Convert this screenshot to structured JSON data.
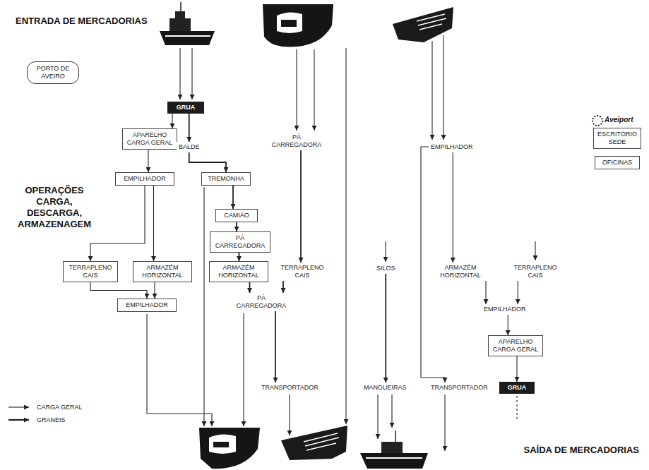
{
  "diagram": {
    "nodes": [
      {
        "text": [
          "PORTO DE AVEIRO"
        ]
      },
      {
        "text": [
          "GRUA"
        ]
      },
      {
        "text": [
          "APARELHO CARGA GERAL"
        ]
      },
      {
        "text": [
          "BALDE"
        ]
      },
      {
        "text": [
          "PÁ CARREGADORA"
        ]
      },
      {
        "text": [
          "EMPILHADOR"
        ]
      },
      {
        "text": [
          "ESCRITÓRIO SEDE"
        ]
      },
      {
        "text": [
          "OFICINAS"
        ]
      },
      {
        "text": [
          "EMPILHADOR"
        ]
      },
      {
        "text": [
          "TREMONHA"
        ]
      },
      {
        "text": [
          "CAMIÃO"
        ]
      },
      {
        "text": [
          "PÁ CARREGADORA"
        ]
      },
      {
        "text": [
          "TERRAPLENO CAIS"
        ]
      },
      {
        "text": [
          "ARMAZÉM HORIZONTAL"
        ]
      },
      {
        "text": [
          "ARMAZÉM HORIZONTAL"
        ]
      },
      {
        "text": [
          "TERRAPLENO CAIS"
        ]
      },
      {
        "text": [
          "SILOS"
        ]
      },
      {
        "text": [
          "ARMAZÉM HORIZONTAL"
        ]
      },
      {
        "text": [
          "TERRAPLENO CAIS"
        ]
      },
      {
        "text": [
          "EMPILHADOR"
        ]
      },
      {
        "text": [
          "PÁ CARREGADORA"
        ]
      },
      {
        "text": [
          "EMPILHADOR"
        ]
      },
      {
        "text": [
          "APARELHO CARGA GERAL"
        ]
      },
      {
        "text": [
          "TRANSPORTADOR"
        ]
      },
      {
        "text": [
          "MANGUEIRAS"
        ]
      },
      {
        "text": [
          "TRANSPORTADOR"
        ]
      },
      {
        "text": [
          "GRUA"
        ]
      }
    ],
    "edges": [
      {
        "from": 1,
        "to": 3,
        "arrow": "to"
      },
      {
        "from": 1,
        "to": 2,
        "arrow": "to"
      },
      {
        "from": 2,
        "to": 8,
        "arrow": "to"
      },
      {
        "from": 3,
        "to": 9,
        "arrow": "to"
      },
      {
        "from": 9,
        "to": 10,
        "arrow": "to"
      },
      {
        "from": 10,
        "to": 11,
        "arrow": "to"
      },
      {
        "from": 11,
        "to": 14,
        "arrow": "to"
      },
      {
        "from": 8,
        "to": 12,
        "arrow": "to"
      },
      {
        "from": 8,
        "to": 13,
        "arrow": "to"
      },
      {
        "from": 12,
        "to": 19,
        "arrow": "to"
      },
      {
        "from": 13,
        "to": 19,
        "arrow": "to"
      },
      {
        "from": 4,
        "to": 15,
        "arrow": "to"
      },
      {
        "from": 14,
        "to": 20,
        "arrow": "to"
      },
      {
        "from": 15,
        "to": 20,
        "arrow": "to"
      },
      {
        "from": 20,
        "to": 23,
        "arrow": "to"
      },
      {
        "from": 16,
        "to": 24,
        "arrow": "to"
      },
      {
        "from": 5,
        "to": 17,
        "arrow": "to"
      },
      {
        "from": 5,
        "to": 25,
        "arrow": "to"
      },
      {
        "from": 17,
        "to": 21,
        "arrow": "to"
      },
      {
        "from": 18,
        "to": 21,
        "arrow": "to"
      },
      {
        "from": 21,
        "to": 22,
        "arrow": "to"
      },
      {
        "from": 22,
        "to": 26,
        "arrow": "to"
      }
    ],
    "labels": [
      "ENTRADA DE MERCADORIAS",
      "OPERAÇÕES CARGA, DESCARGA, ARMAZENAGEM",
      "SAÍDA DE MERCADORIAS",
      "Aveiport"
    ],
    "legend": [
      {
        "text": "CARGA GERAL"
      },
      {
        "text": "GRANEIS"
      }
    ]
  }
}
